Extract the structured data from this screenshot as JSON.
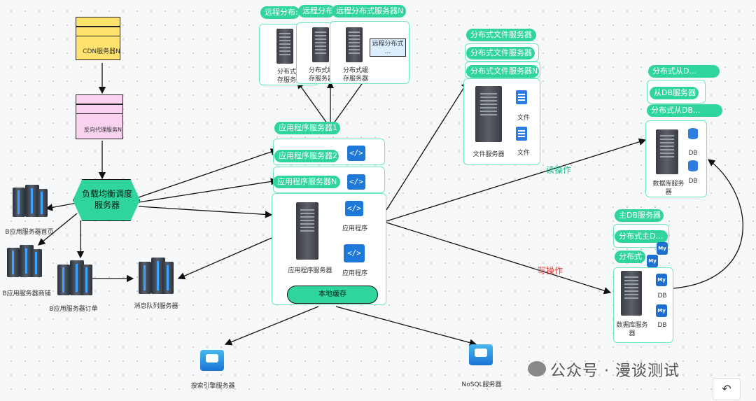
{
  "cdn": {
    "label": "CDN服务器N",
    "color": "#ffe36e"
  },
  "proxy": {
    "label": "反向代理服务N",
    "color": "#f8d2ee"
  },
  "lb": {
    "label": "负载均衡调度\n服务器",
    "color": "#2fd59c"
  },
  "remote_cache": {
    "tags": [
      "远程分布:",
      "远程分布",
      "远程分布式服务器N"
    ],
    "labels": [
      "分布式缓\n存服务器",
      "分布式缓\n存服务器",
      "分布式缓\n存服务器"
    ],
    "note": "远程分布式\n..."
  },
  "app_group": {
    "tags": [
      "应用程序服务器1",
      "应用程序服务器2",
      "应用程序服务器N"
    ],
    "server_label": "应用程序服务器",
    "app_label_1": "应用程序",
    "app_label_2": "应用程序",
    "local_cache": "本地缓存"
  },
  "b_servers": {
    "home": "B应用服务器首页",
    "shop": "B应用服务器商铺",
    "order": "B应用服务器订单",
    "mq": "消息队列服务器"
  },
  "file_group": {
    "tags": [
      "分布式文件服务器",
      "分布式文件服务器",
      "分布式文件服务器N"
    ],
    "server_label": "文件服务器",
    "file_label_1": "文件",
    "file_label_2": "文件"
  },
  "slave_group": {
    "tags": [
      "分布式从D...",
      "从DB服务器",
      "分布式从DB..."
    ],
    "server_label": "数据库服务\n器",
    "db_label_1": "DB",
    "db_label_2": "DB"
  },
  "master_group": {
    "tags": [
      "主DB服务器",
      "分布式主D...",
      "分布式"
    ],
    "server_label": "数据库服务\n器",
    "db_label_1": "DB",
    "db_label_2": "DB",
    "mysql": "My"
  },
  "ops": {
    "read": "读操作",
    "write": "写操作",
    "read_color": "#1fb889",
    "write_color": "#e53935"
  },
  "search": {
    "label": "搜索引擎服务器"
  },
  "nosql": {
    "label": "NoSQL服务器"
  },
  "watermark": "公众号 · 漫谈测试",
  "undo_icon": "↶"
}
